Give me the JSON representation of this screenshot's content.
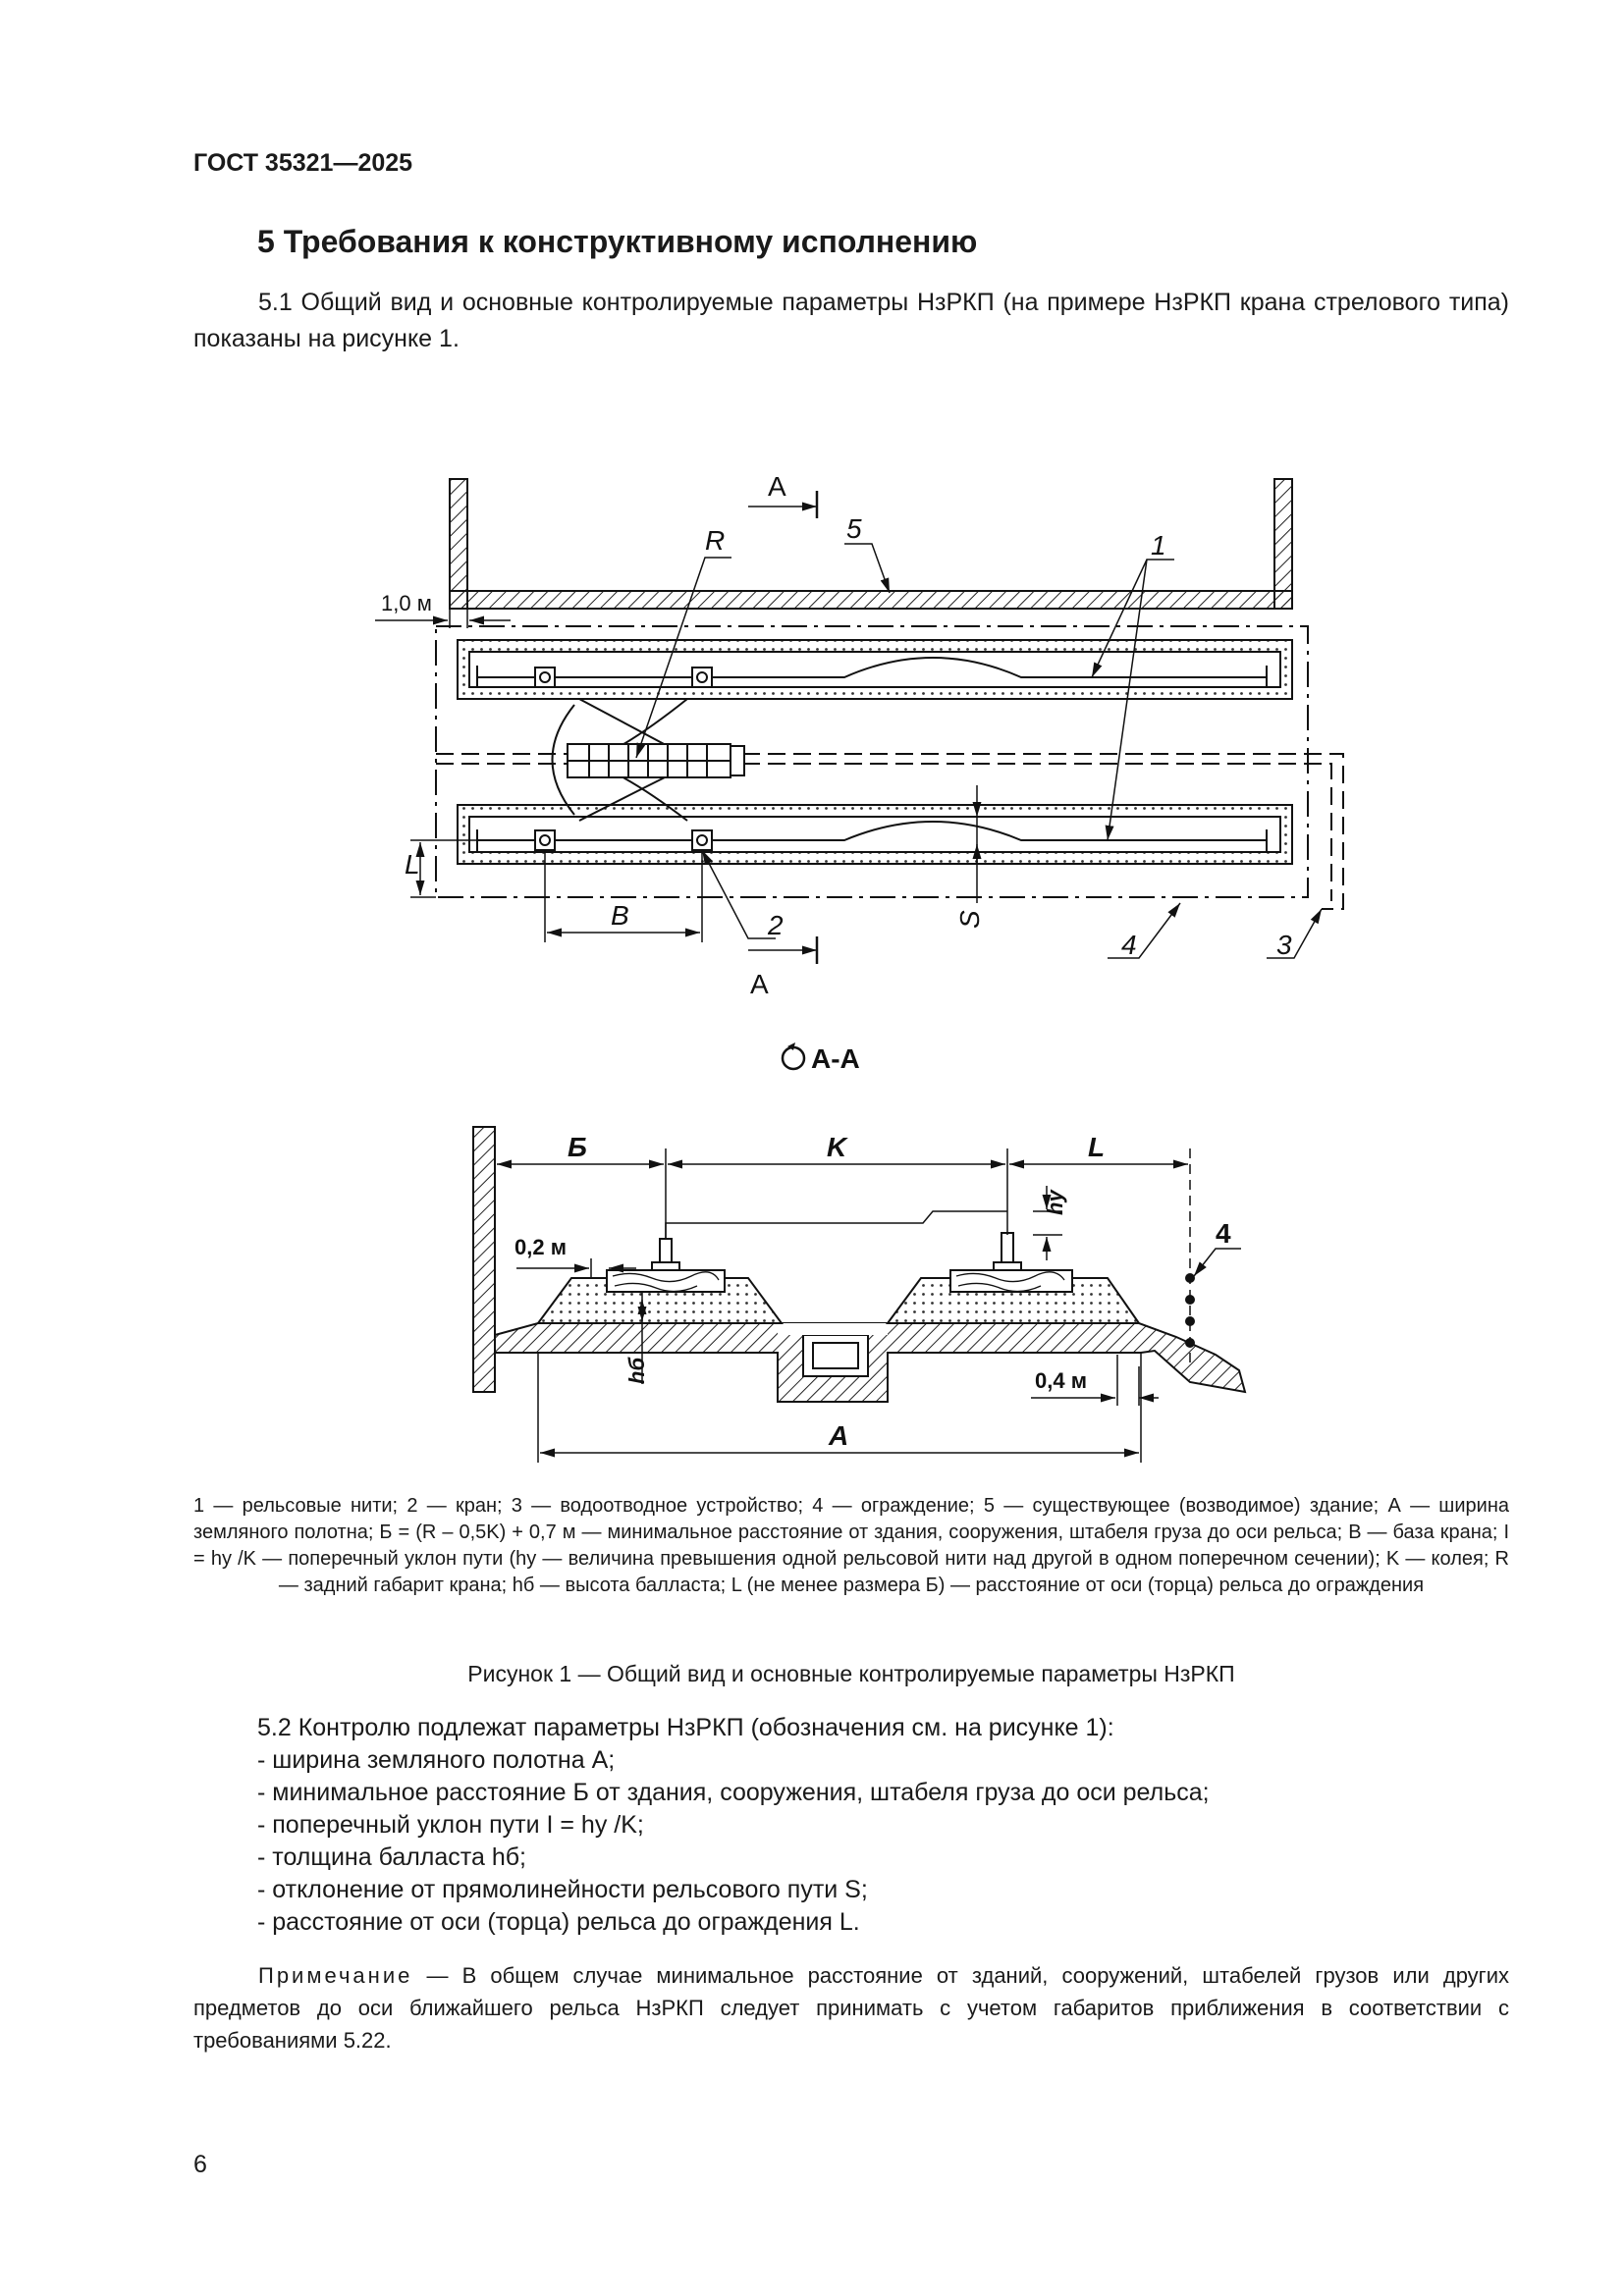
{
  "header": {
    "doc_id": "ГОСТ 35321—2025"
  },
  "section": {
    "title": "5 Требования к конструктивному исполнению"
  },
  "p51": {
    "text": "5.1 Общий вид и основные контролируемые параметры НзРКП (на примере НзРКП крана стрелового типа) показаны на рисунке 1."
  },
  "figure": {
    "top_labels": {
      "a_top": "А",
      "a_bottom": "А",
      "r": "R",
      "n1": "1",
      "n2": "2",
      "n3": "3",
      "n4": "4",
      "n5": "5",
      "dist_1m": "1,0 м",
      "l": "L",
      "b": "B",
      "s": "S"
    },
    "section_title": "А-А",
    "bottom_labels": {
      "b_cyr": "Б",
      "k": "K",
      "l": "L",
      "hy": "hу",
      "d02": "0,2 м",
      "n4": "4",
      "hb": "hб",
      "d04": "0,4 м",
      "a": "А"
    },
    "legend": "1 — рельсовые нити; 2 — кран; 3 — водоотводное устройство; 4 — ограждение; 5 — существующее (возводимое) здание; А — ширина земляного полотна; Б = (R – 0,5K) + 0,7 м — минимальное расстояние от здания, сооружения, штабеля груза до оси рельса; В — база крана; I = hу /K — поперечный уклон пути (hу — величина превышения одной рельсовой нити над другой в одном поперечном сечении); K — колея; R — задний габарит крана; hб — высота балласта; L (не менее размера Б) — расстояние от оси (торца) рельса до ограждения",
    "caption": "Рисунок 1 — Общий вид и основные контролируемые параметры НзРКП"
  },
  "p52": {
    "intro": "5.2 Контролю подлежат параметры НзРКП (обозначения см. на рисунке 1):",
    "items": [
      "- ширина земляного полотна А;",
      "- минимальное расстояние Б от здания, сооружения, штабеля груза до оси рельса;",
      "- поперечный уклон пути I = hу /K;",
      "- толщина балласта hб;",
      "- отклонение от прямолинейности рельсового пути S;",
      "- расстояние от оси (торца) рельса до ограждения L."
    ]
  },
  "note": {
    "label": "Примечание",
    "text": " — В общем случае минимальное расстояние от зданий, сооружений, штабелей грузов или других предметов до оси ближайшего рельса НзРКП следует принимать с учетом габаритов приближения в соответствии с требованиями 5.22."
  },
  "page": {
    "number": "6"
  }
}
